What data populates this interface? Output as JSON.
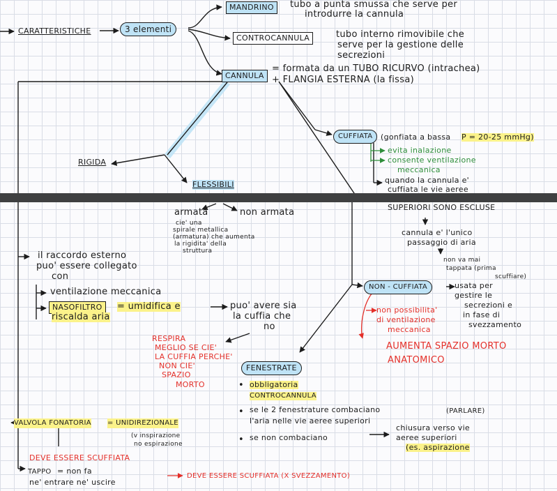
{
  "colors": {
    "ink": "#1c1c1c",
    "red": "#e4302a",
    "green": "#2f8e3b",
    "yellow": "#fbf28a",
    "blue": "#bfe3f6"
  },
  "top": {
    "caratteristiche": "CARATTERISTICHE",
    "tre_elementi": "3 elementi",
    "mandrino": "MANDRINO",
    "mandrino_desc1": "tubo a punta smussa che serve per",
    "mandrino_desc2": "introdurre la cannula",
    "controcannula": "CONTROCANNULA",
    "controcannula_desc1": "tubo interno rimovibile che",
    "controcannula_desc2": "serve per la gestione delle",
    "controcannula_desc3": "secrezioni",
    "cannula": "CANNULA",
    "cannula_desc1": "= formata da un TUBO RICURVO (intrachea)",
    "cannula_desc2": "+ FLANGIA ESTERNA (la fissa)",
    "rigida": "RIGIDA",
    "flessibili": "FLESSIBILI",
    "cuffiata": "CUFFIATA",
    "cuffiata_desc": "(gonfiata a bassa",
    "pressione": "P = 20-25 mmHg)",
    "cuffiata_g1": "evita inalazione",
    "cuffiata_g2": "consente ventilazione",
    "cuffiata_g3": "meccanica",
    "quando1": "quando la cannula e'",
    "quando2": "cuffiata le vie aeree"
  },
  "bottom": {
    "superiori": "SUPERIORI SONO ESCLUSE",
    "unico1": "cannula e' l'unico",
    "unico2": "passaggio di aria",
    "mai1": "non va mai",
    "mai2": "tappata (prima",
    "mai3": "scuffiare)",
    "armata": "armata",
    "non_armata": "non armata",
    "armata_desc1": "cie' una",
    "armata_desc2": "spirale metallica",
    "armata_desc3": "(armatura) che aumenta",
    "armata_desc4": "la rigidita' della",
    "armata_desc5": "struttura",
    "raccordo1": "il raccordo esterno",
    "raccordo2": "puo' essere collegato",
    "raccordo3": "con",
    "ventilazione": "ventilazione meccanica",
    "nasofiltro": "NASOFILTRO",
    "nasofiltro_desc": "= umidifica e",
    "riscalda": "riscalda aria",
    "puo1": "puo' avere sia",
    "puo2": "la cuffia che",
    "puo3": "no",
    "respira1": "RESPIRA",
    "respira2": "MEGLIO SE CIE'",
    "respira3": "LA CUFFIA PERCHE'",
    "respira4": "NON CIE'",
    "respira5": "SPAZIO",
    "respira6": "MORTO",
    "non_cuffiata": "NON - CUFFIATA",
    "usata1": "usata per",
    "usata2": "gestire le",
    "usata3": "secrezioni e",
    "usata4": "in fase di",
    "usata5": "svezzamento",
    "nonposs1": "non possibilita'",
    "nonposs2": "di ventilazione",
    "nonposs3": "meccanica",
    "aumenta1": "AUMENTA SPAZIO MORTO",
    "aumenta2": "ANATOMICO",
    "fenestrate": "FENESTRATE",
    "bullet1a": "obbligatoria",
    "bullet1b": "CONTROCANNULA",
    "bullet2a": "se le 2 fenestrature combaciano",
    "bullet2b": "(PARLARE)",
    "bullet2c": "l'aria nelle vie aeree superiori",
    "bullet3a": "se non combaciano",
    "bullet3b": "chiusura verso vie",
    "bullet3c": "aeree superiori",
    "bullet3d": "(es. aspirazione",
    "valvola": "VALVOLA FONATORIA",
    "unidirezionale": "= UNIDIREZIONALE",
    "valvola_desc1": "(v inspirazione",
    "valvola_desc2": "no espirazione",
    "deve_scuffiata": "DEVE ESSERE SCUFFIATA",
    "tappo": "TAPPO",
    "tappo_desc1": "= non fa",
    "tappo_desc2": "ne' entrare ne' uscire",
    "tappo_red": "DEVE ESSERE SCUFFIATA (x svezzamento)"
  }
}
